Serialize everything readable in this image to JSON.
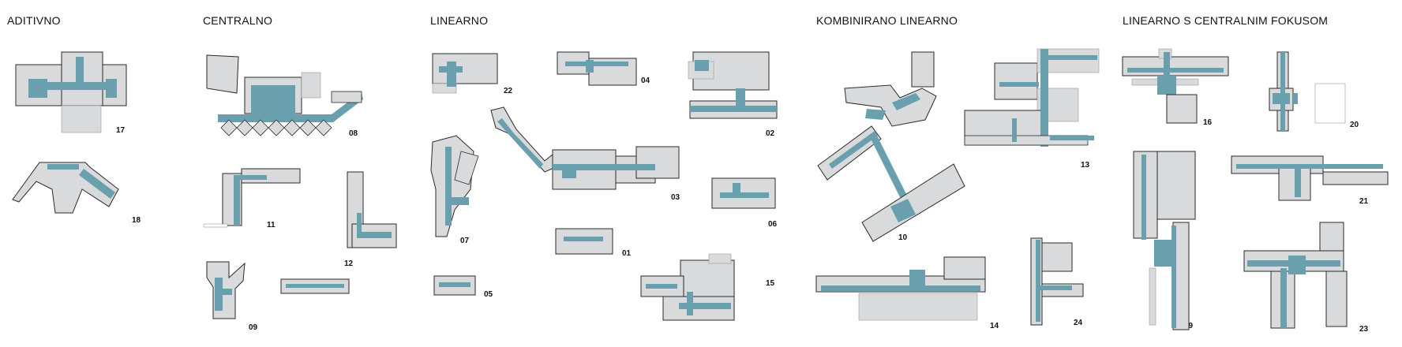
{
  "categories": [
    {
      "id": "aditivno",
      "title": "ADITIVNO",
      "plans": [
        "17",
        "18"
      ]
    },
    {
      "id": "centralno",
      "title": "CENTRALNO",
      "plans": [
        "08",
        "11",
        "12",
        "09"
      ]
    },
    {
      "id": "linearno",
      "title": "LINEARNO",
      "plans": [
        "22",
        "04",
        "02",
        "07",
        "03",
        "06",
        "01",
        "15",
        "05"
      ]
    },
    {
      "id": "kombinirano-linearno",
      "title": "KOMBINIRANO LINEARNO",
      "plans": [
        "10",
        "13",
        "14",
        "24"
      ]
    },
    {
      "id": "linearno-s-centralnim-fokusom",
      "title": "LINEARNO S CENTRALNIM FOKUSOM",
      "plans": [
        "16",
        "20",
        "21",
        "19",
        "23"
      ]
    }
  ],
  "colors": {
    "corridor": "#6a9fad",
    "room": "#d9dadb",
    "wall": "#2a2a2a",
    "line": "#9a9a9a",
    "background": "#ffffff"
  }
}
